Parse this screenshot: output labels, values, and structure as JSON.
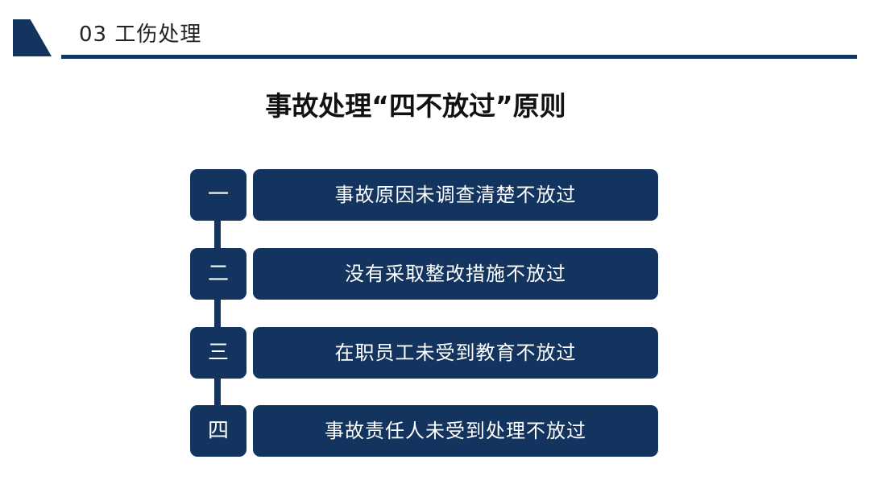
{
  "header": {
    "section_title": "03  工伤处理"
  },
  "main": {
    "title": "事故处理“四不放过”原则",
    "principles": [
      {
        "number": "一",
        "text": "事故原因未调查清楚不放过"
      },
      {
        "number": "二",
        "text": "没有采取整改措施不放过"
      },
      {
        "number": "三",
        "text": "在职员工未受到教育不放过"
      },
      {
        "number": "四",
        "text": "事故责任人未受到处理不放过"
      }
    ]
  },
  "colors": {
    "accent": "#13345f",
    "background": "#ffffff",
    "text": "#222222"
  }
}
